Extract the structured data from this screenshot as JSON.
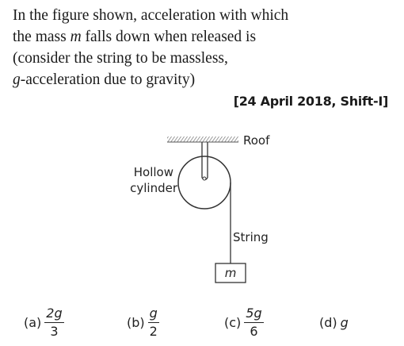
{
  "question": {
    "line1": "In the figure shown, acceleration with which",
    "line2_pre": "the mass ",
    "line2_var": "m",
    "line2_post": " falls down when released is",
    "line3": "(consider the string to be massless,",
    "line4_var": "g",
    "line4_post": "-acceleration due to gravity)"
  },
  "source": "[24 April 2018, Shift-I]",
  "figure": {
    "roof_label": "Roof",
    "cylinder_label_line1": "Hollow",
    "cylinder_label_line2": "cylinder",
    "string_label": "String",
    "mass_label": "m"
  },
  "options": [
    {
      "label": "(a)",
      "numerator": "2g",
      "denominator": "3"
    },
    {
      "label": "(b)",
      "numerator": "g",
      "denominator": "2"
    },
    {
      "label": "(c)",
      "numerator": "5g",
      "denominator": "6"
    },
    {
      "label": "(d)",
      "value": "g"
    }
  ]
}
